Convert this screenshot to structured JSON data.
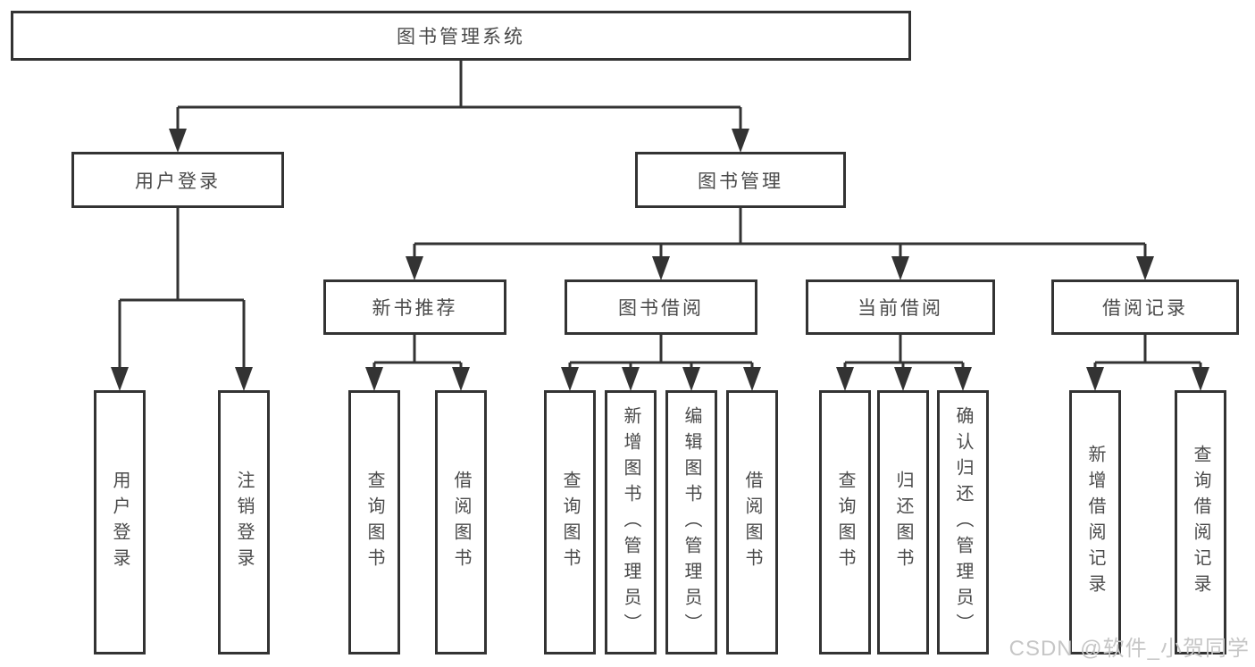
{
  "diagram": {
    "root": {
      "label": "图书管理系统"
    },
    "level2": {
      "user_login": {
        "label": "用户登录"
      },
      "book_mgmt": {
        "label": "图书管理"
      }
    },
    "level3": {
      "new_book_rec": {
        "label": "新书推荐"
      },
      "book_borrow": {
        "label": "图书借阅"
      },
      "current_borrow": {
        "label": "当前借阅"
      },
      "borrow_record": {
        "label": "借阅记录"
      }
    },
    "leaves": {
      "user_login": {
        "label": "用户登录"
      },
      "logout": {
        "label": "注销登录"
      },
      "nb_query": {
        "label": "查询图书"
      },
      "nb_borrow": {
        "label": "借阅图书"
      },
      "bb_query": {
        "label": "查询图书"
      },
      "bb_add": {
        "label": "新增图书（管理员）"
      },
      "bb_edit": {
        "label": "编辑图书（管理员）"
      },
      "bb_borrow": {
        "label": "借阅图书"
      },
      "cb_query": {
        "label": "查询图书"
      },
      "cb_return": {
        "label": "归还图书"
      },
      "cb_confirm": {
        "label": "确认归还（管理员）"
      },
      "br_add": {
        "label": "新增借阅记录"
      },
      "br_query": {
        "label": "查询借阅记录"
      }
    }
  },
  "watermark": {
    "text": "CSDN @软件_小贺同学"
  },
  "colors": {
    "line": "#333333",
    "text": "#4a4a4a",
    "watermark": "#c6c6c6",
    "background": "#ffffff"
  }
}
